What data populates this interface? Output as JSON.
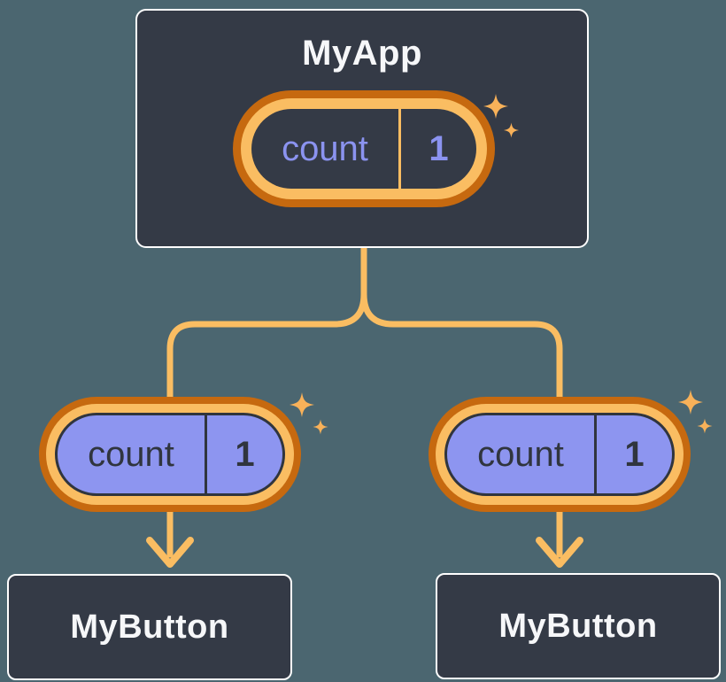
{
  "tree": {
    "root": {
      "label": "MyApp",
      "state": {
        "name": "count",
        "value": "1"
      }
    },
    "children": [
      {
        "label": "MyButton",
        "prop": {
          "name": "count",
          "value": "1"
        }
      },
      {
        "label": "MyButton",
        "prop": {
          "name": "count",
          "value": "1"
        }
      }
    ]
  },
  "icons": {
    "sparkle": "sparkle-icon",
    "arrow": "arrow-down-icon"
  },
  "colors": {
    "background": "#4B6670",
    "node_fill": "#343A46",
    "node_border": "#FFFFFF",
    "node_text": "#F6F7F9",
    "ring_dark_orange": "#C6690F",
    "ring_light_orange": "#FABD62",
    "connector_orange": "#FABD62",
    "sparkle_orange": "#F8B159",
    "purple_fill": "#8D95F0",
    "purple_text": "#8B93F0",
    "dark_text": "#30353E"
  }
}
